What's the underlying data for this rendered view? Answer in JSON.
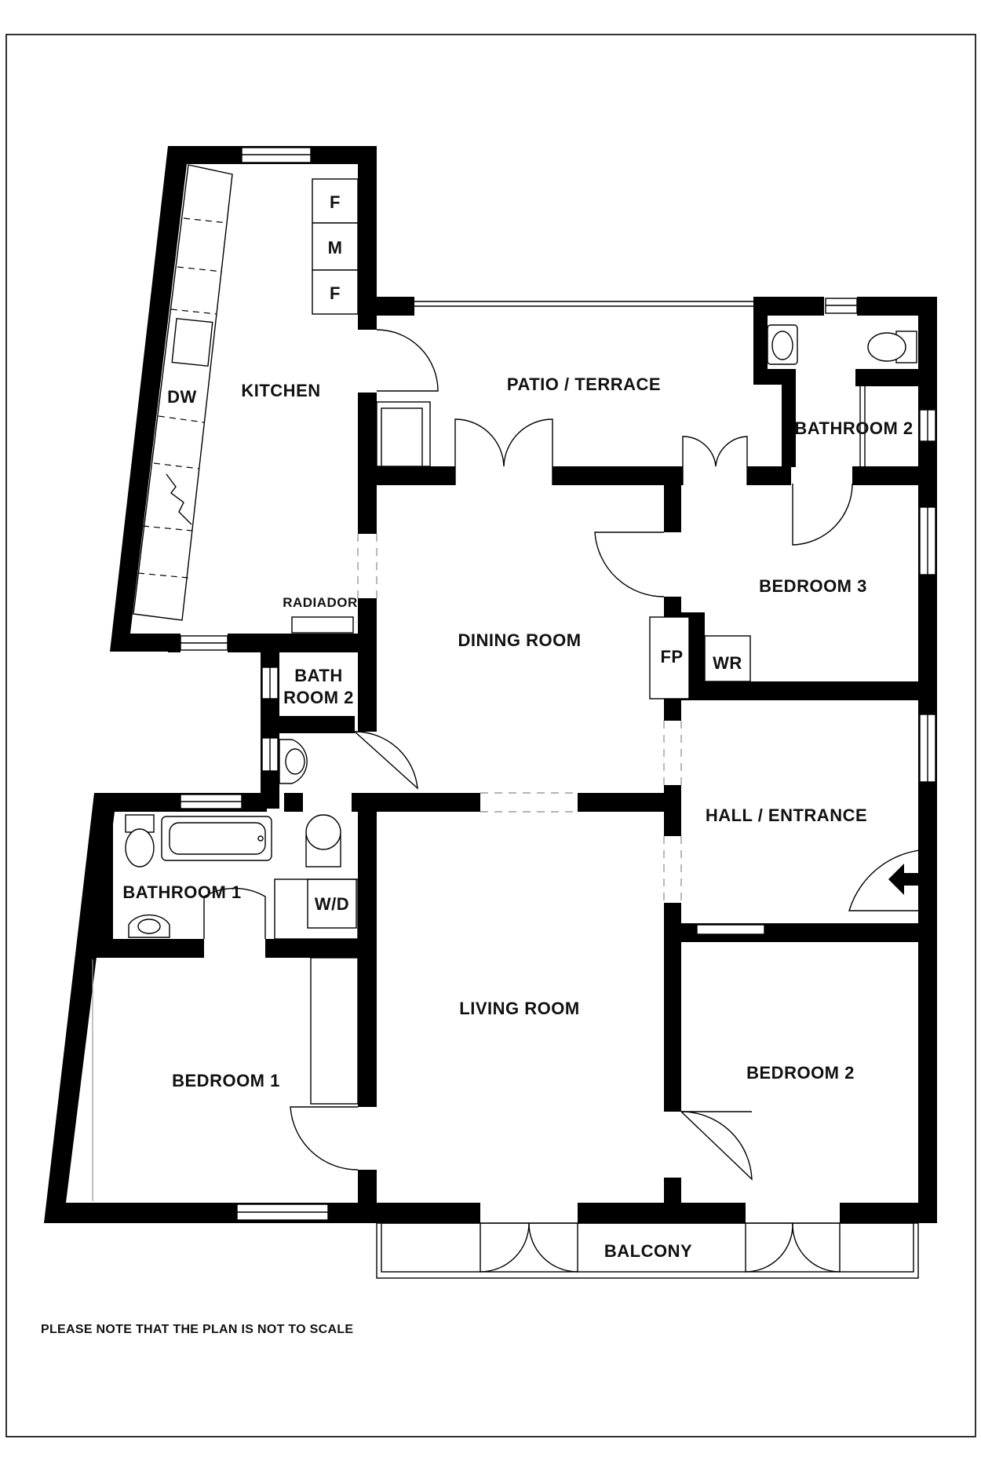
{
  "rooms": {
    "kitchen": "KITCHEN",
    "patio": "PATIO / TERRACE",
    "bathroom2_upper": "BATHROOM 2",
    "bedroom3": "BEDROOM 3",
    "dining": "DINING ROOM",
    "bath_room2_line1": "BATH",
    "bath_room2_line2": "ROOM 2",
    "hall": "HALL / ENTRANCE",
    "bathroom1": "BATHROOM 1",
    "living": "LIVING ROOM",
    "bedroom1": "BEDROOM 1",
    "bedroom2": "BEDROOM 2",
    "balcony": "BALCONY"
  },
  "fixtures": {
    "fridge_top": "F",
    "microwave": "M",
    "fridge_bottom": "F",
    "dishwasher": "DW",
    "radiator": "RADIADOR",
    "fireplace": "FP",
    "wardrobe": "WR",
    "washer_dryer": "W/D"
  },
  "note": "PLEASE NOTE THAT THE PLAN IS NOT TO SCALE",
  "colors": {
    "wall": "#000000",
    "paper": "#ffffff",
    "ink": "#111111"
  },
  "icons": {
    "entrance_arrow": "entrance-arrow-icon"
  }
}
